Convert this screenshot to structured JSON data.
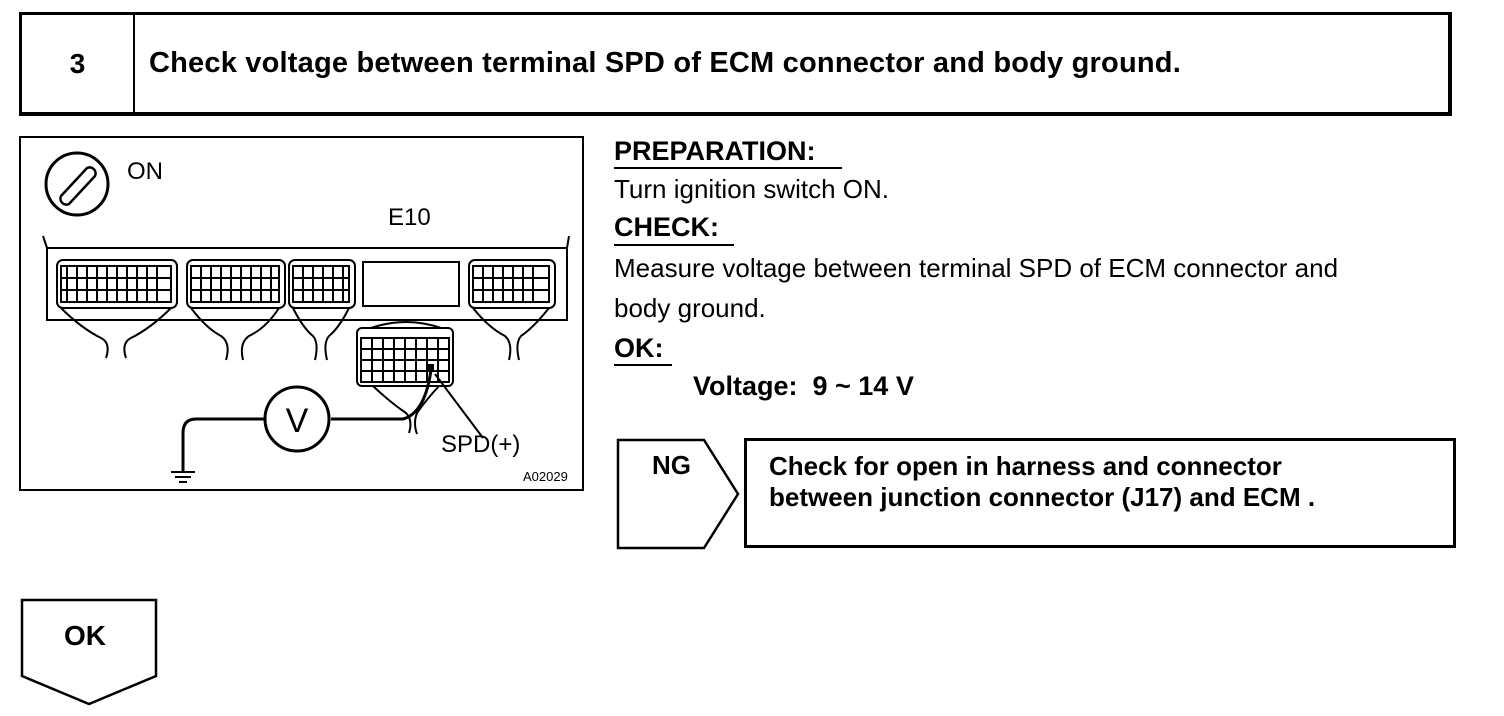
{
  "step": {
    "number": "3",
    "title": "Check voltage between terminal SPD of ECM connector and body ground."
  },
  "figure": {
    "ignition_label": "ON",
    "connector_label": "E10",
    "meter_symbol": "V",
    "terminal_label": "SPD(+)",
    "figure_code": "A02029",
    "icons": [
      "ignition-switch-icon",
      "voltmeter-icon",
      "ground-symbol-icon",
      "ecm-connector-icon"
    ]
  },
  "instructions": {
    "preparation_heading": "PREPARATION:",
    "preparation_text": "Turn ignition switch ON.",
    "check_heading": "CHECK:",
    "check_line1": "Measure voltage between terminal SPD of ECM connector and",
    "check_line2": "body ground.",
    "ok_heading": "OK:",
    "ok_spec": "Voltage:  9 ~ 14 V"
  },
  "flow": {
    "ng_label": "NG",
    "ng_action_line1": "Check for open in harness and connector",
    "ng_action_line2": "between junction connector (J17) and ECM .",
    "ok_label": "OK"
  }
}
